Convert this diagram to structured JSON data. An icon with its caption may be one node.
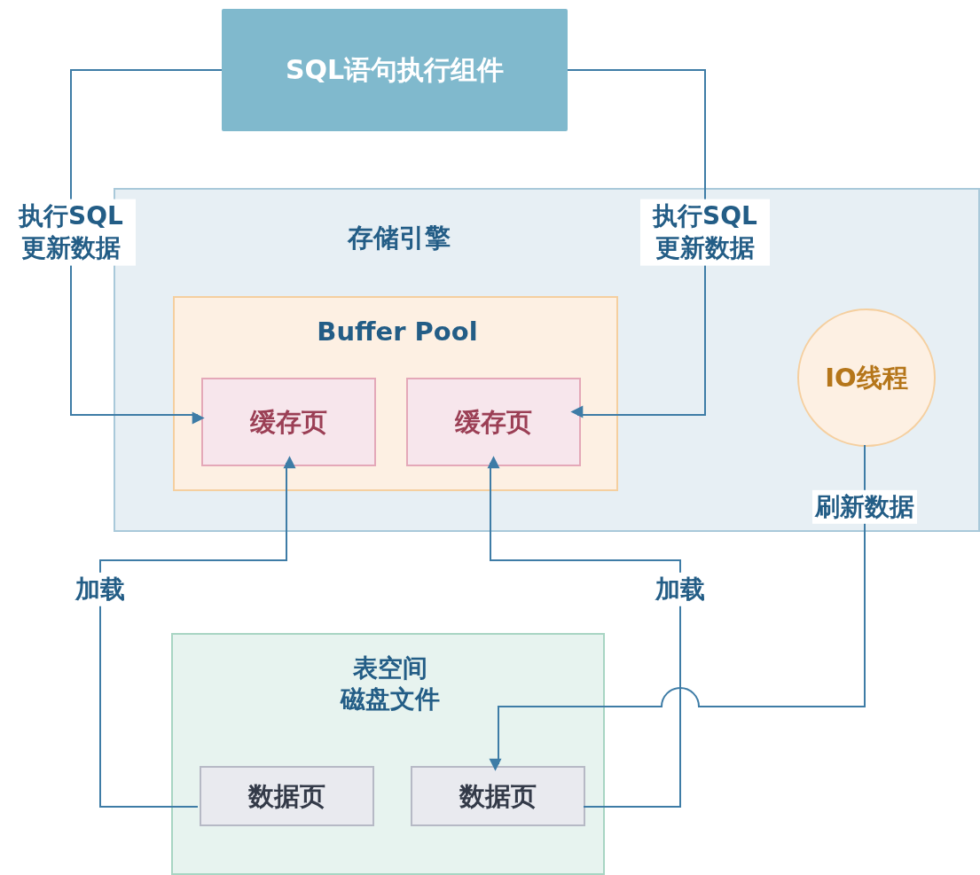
{
  "diagram": {
    "nodes": [
      {
        "text": [
          "SQL语句执行组件"
        ]
      },
      {
        "text": [
          "存储引擎"
        ]
      },
      {
        "text": [
          "Buffer Pool"
        ],
        "in": 1
      },
      {
        "text": [
          "缓存页"
        ],
        "in": 2
      },
      {
        "text": [
          "缓存页"
        ],
        "in": 2
      },
      {
        "text": [
          "IO线程"
        ],
        "in": 1
      },
      {
        "text": [
          "表空间",
          "磁盘文件"
        ]
      },
      {
        "text": [
          "数据页"
        ],
        "in": 6
      },
      {
        "text": [
          "数据页"
        ],
        "in": 6
      }
    ],
    "edges": [
      {
        "from": 0,
        "to": 3,
        "arrow": "to",
        "label": "执行SQL更新数据"
      },
      {
        "from": 0,
        "to": 4,
        "arrow": "to",
        "label": "执行SQL更新数据"
      },
      {
        "from": 7,
        "to": 3,
        "arrow": "to",
        "label": "加载"
      },
      {
        "from": 8,
        "to": 4,
        "arrow": "to",
        "label": "加载"
      },
      {
        "from": 5,
        "to": 8,
        "arrow": "to",
        "label": "刷新数据"
      }
    ]
  }
}
